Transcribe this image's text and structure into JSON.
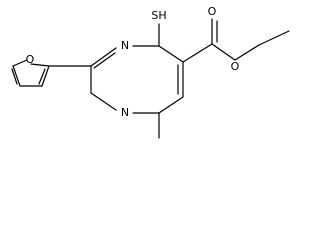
{
  "molecule": {
    "atom_labels": {
      "thiol": "SH",
      "ring_n_upper": "N",
      "ring_n_lower": "N",
      "furan_o": "O",
      "carbonyl_o": "O",
      "ester_o": "O"
    }
  }
}
